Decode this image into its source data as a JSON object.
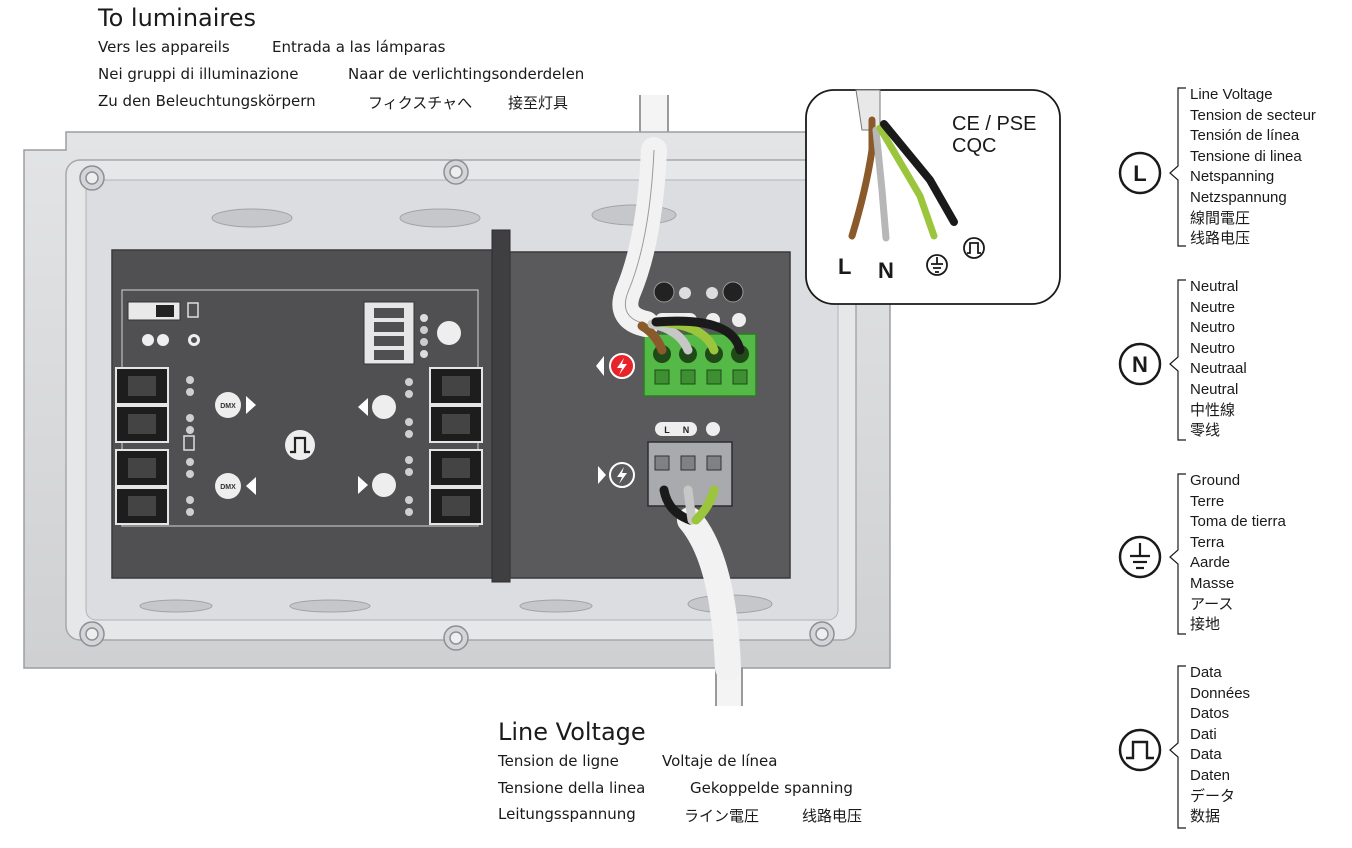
{
  "top_caption": {
    "title": "To luminaires",
    "lines": [
      [
        "Vers les appareils",
        "Entrada a las lámparas"
      ],
      [
        "Nei gruppi di illuminazione",
        "Naar de verlichtingsonderdelen"
      ],
      [
        "Zu den Beleuchtungskörpern",
        "フィクスチャへ",
        "接至灯具"
      ]
    ]
  },
  "bottom_caption": {
    "title": "Line Voltage",
    "lines": [
      [
        "Tension de ligne",
        "Voltaje de línea"
      ],
      [
        "Tensione della linea",
        "Gekoppelde spanning"
      ],
      [
        "Leitungsspannung",
        "ライン電圧",
        "线路电压"
      ]
    ]
  },
  "cable_callout": {
    "certs": [
      "CE / PSE",
      "CQC"
    ],
    "wire_labels": [
      "L",
      "N"
    ]
  },
  "terminal_labels": {
    "line": "L",
    "neutral": "N",
    "dmx": "DMX"
  },
  "legend": [
    {
      "symbol": "L",
      "icon": "line-icon",
      "terms": [
        "Line Voltage",
        "Tension de secteur",
        "Tensión de línea",
        "Tensione di linea",
        "Netspanning",
        "Netzspannung",
        "線間電圧",
        "线路电压"
      ]
    },
    {
      "symbol": "N",
      "icon": "neutral-icon",
      "terms": [
        "Neutral",
        "Neutre",
        "Neutro",
        "Neutro",
        "Neutraal",
        "Neutral",
        "中性線",
        "零线"
      ]
    },
    {
      "symbol": "",
      "icon": "ground-icon",
      "terms": [
        "Ground",
        "Terre",
        "Toma de tierra",
        "Terra",
        "Aarde",
        "Masse",
        "アース",
        "接地"
      ]
    },
    {
      "symbol": "",
      "icon": "data-icon",
      "terms": [
        "Data",
        "Données",
        "Datos",
        "Dati",
        "Data",
        "Daten",
        "データ",
        "数据"
      ]
    }
  ],
  "colors": {
    "enclosure": "#d9dadc",
    "panel": "#545456",
    "terminal_green": "#55b947",
    "warning_red": "#e8232a",
    "wire_brown": "#8b5a2b",
    "wire_gray": "#b7b7b7",
    "wire_green_yellow": "#9bc53d",
    "wire_black": "#1a1a1a"
  }
}
